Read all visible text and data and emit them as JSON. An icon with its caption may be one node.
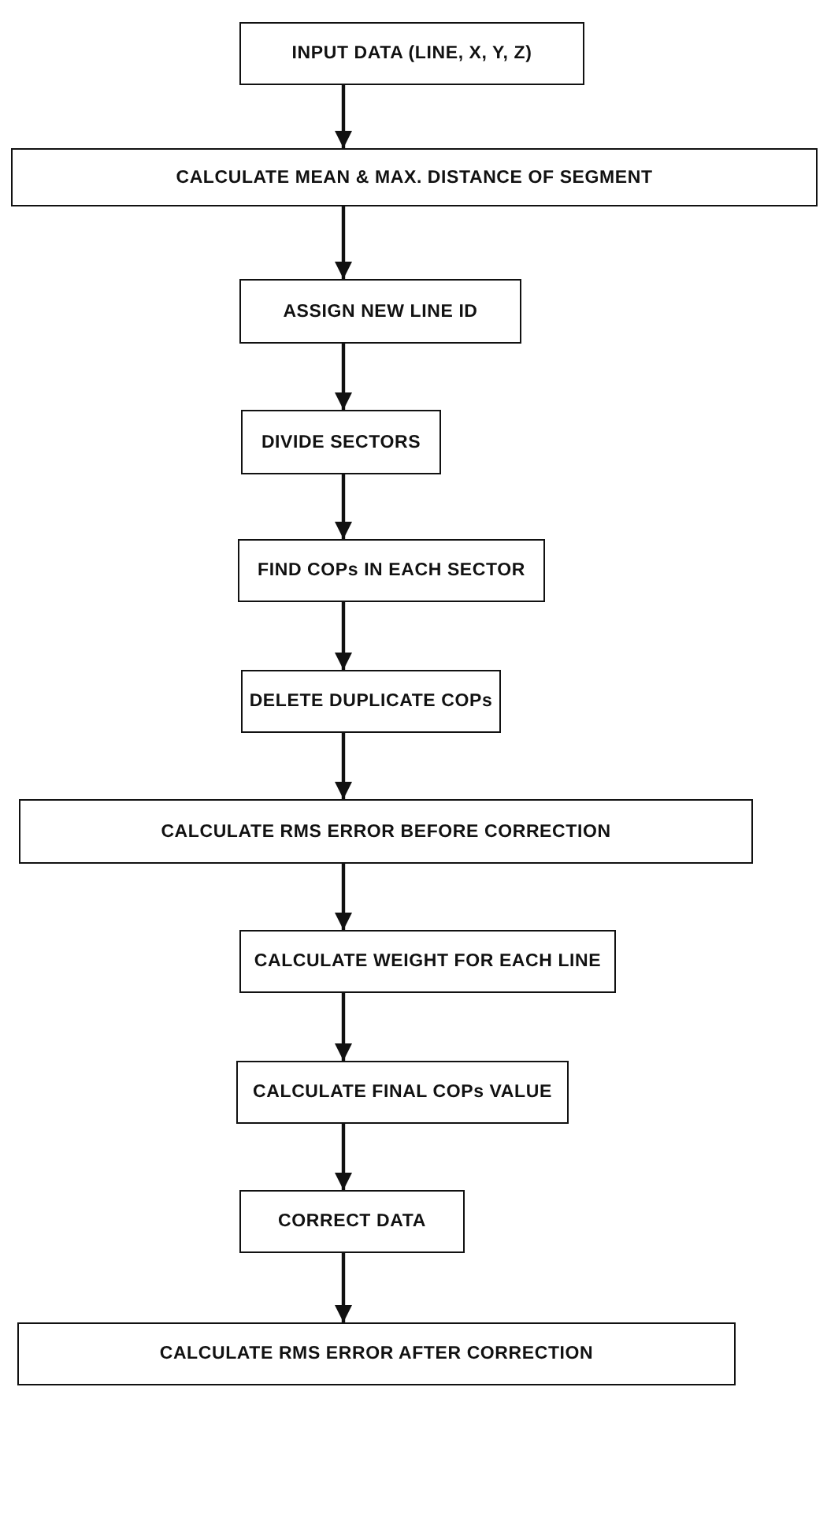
{
  "diagram": {
    "nodes": [
      {
        "text": [
          "INPUT DATA (LINE, X, Y, Z)"
        ]
      },
      {
        "text": [
          "CALCULATE MEAN & MAX. DISTANCE OF SEGMENT"
        ]
      },
      {
        "text": [
          "ASSIGN NEW LINE ID"
        ]
      },
      {
        "text": [
          "DIVIDE SECTORS"
        ]
      },
      {
        "text": [
          "FIND COPs IN EACH SECTOR"
        ]
      },
      {
        "text": [
          "DELETE DUPLICATE COPs"
        ]
      },
      {
        "text": [
          "CALCULATE RMS ERROR BEFORE CORRECTION"
        ]
      },
      {
        "text": [
          "CALCULATE WEIGHT FOR EACH LINE"
        ]
      },
      {
        "text": [
          "CALCULATE FINAL COPs VALUE"
        ]
      },
      {
        "text": [
          "CORRECT DATA"
        ]
      },
      {
        "text": [
          "CALCULATE RMS ERROR AFTER CORRECTION"
        ]
      }
    ],
    "edges": [
      {
        "from": 0,
        "to": 1,
        "arrow": "to"
      },
      {
        "from": 1,
        "to": 2,
        "arrow": "to"
      },
      {
        "from": 2,
        "to": 3,
        "arrow": "to"
      },
      {
        "from": 3,
        "to": 4,
        "arrow": "to"
      },
      {
        "from": 4,
        "to": 5,
        "arrow": "to"
      },
      {
        "from": 5,
        "to": 6,
        "arrow": "to"
      },
      {
        "from": 6,
        "to": 7,
        "arrow": "to"
      },
      {
        "from": 7,
        "to": 8,
        "arrow": "to"
      },
      {
        "from": 8,
        "to": 9,
        "arrow": "to"
      },
      {
        "from": 9,
        "to": 10,
        "arrow": "to"
      }
    ]
  }
}
